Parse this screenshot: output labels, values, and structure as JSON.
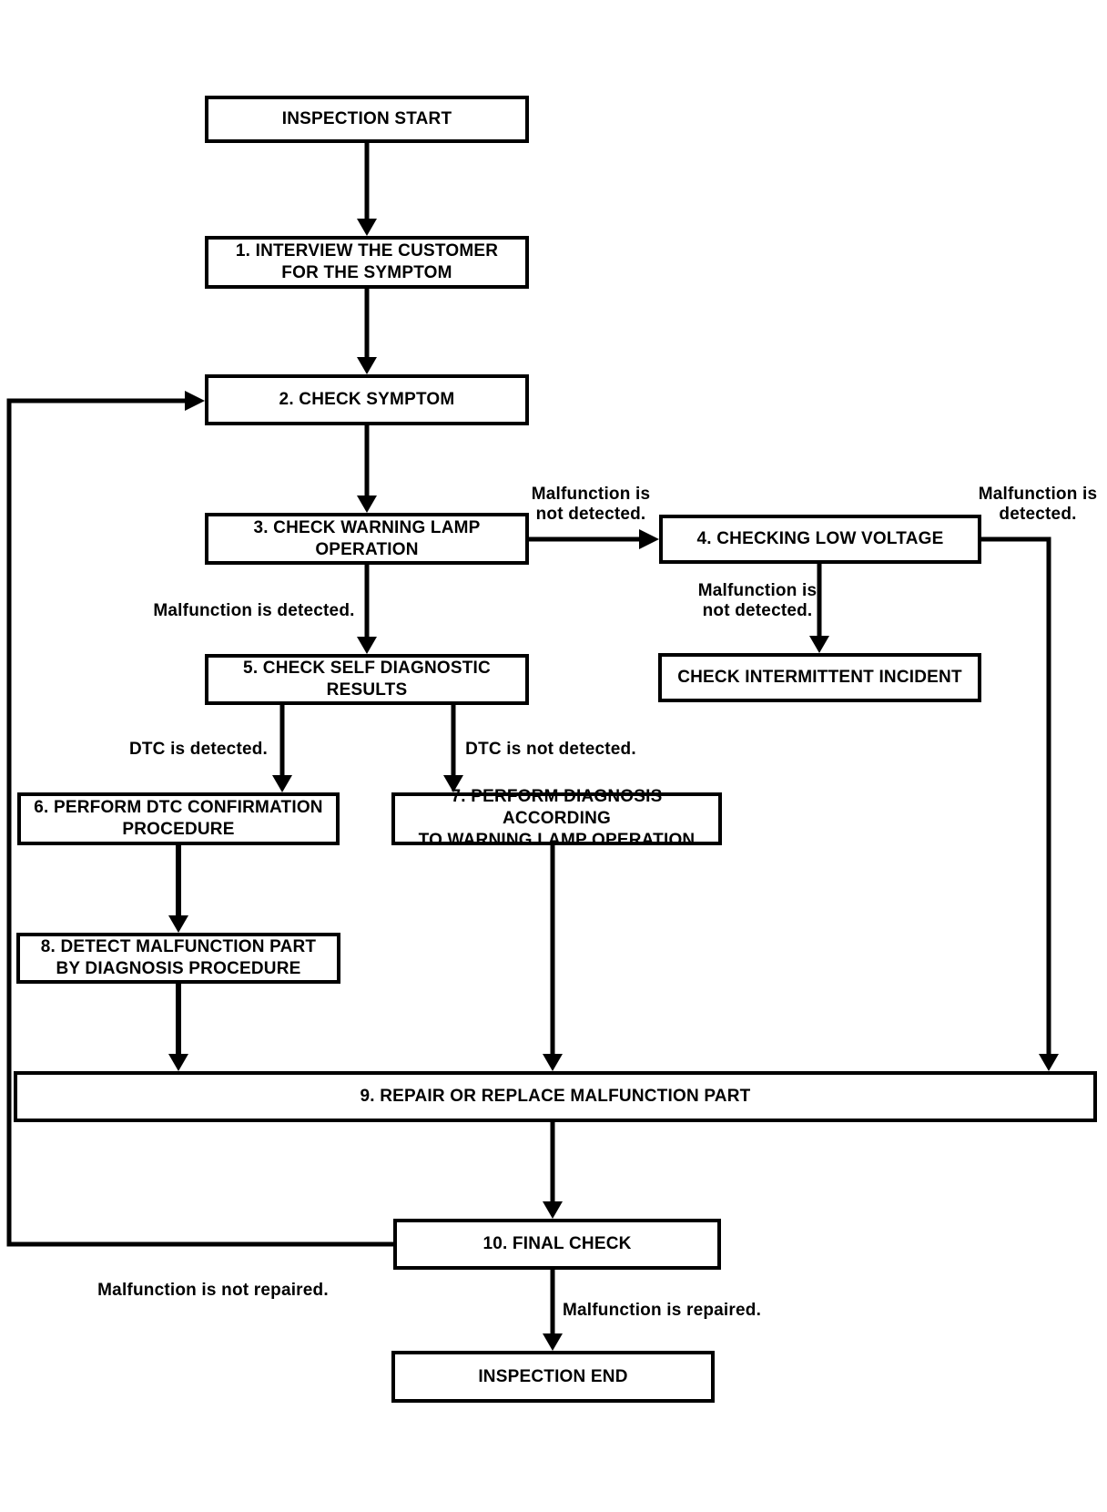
{
  "diagram": {
    "type": "flowchart",
    "nodes": {
      "start": "INSPECTION START",
      "step1": "1. INTERVIEW THE CUSTOMER\nFOR THE SYMPTOM",
      "step2": "2. CHECK SYMPTOM",
      "step3": "3. CHECK WARNING LAMP\nOPERATION",
      "step4": "4. CHECKING LOW VOLTAGE",
      "step5": "5. CHECK SELF DIAGNOSTIC\nRESULTS",
      "check_intermittent": "CHECK INTERMITTENT INCIDENT",
      "step6": "6. PERFORM DTC CONFIRMATION\nPROCEDURE",
      "step7": "7. PERFORM DIAGNOSIS ACCORDING\nTO WARNING LAMP OPERATION",
      "step8": "8. DETECT MALFUNCTION PART\nBY DIAGNOSIS PROCEDURE",
      "step9": "9. REPAIR OR REPLACE MALFUNCTION PART",
      "step10": "10. FINAL CHECK",
      "end": "INSPECTION END"
    },
    "edge_labels": {
      "lamp_malfunction_not_detected": "Malfunction is\nnot detected.",
      "lamp_malfunction_detected": "Malfunction is detected.",
      "voltage_malfunction_detected": "Malfunction is\ndetected.",
      "voltage_malfunction_not_detected": "Malfunction is\nnot detected.",
      "dtc_detected": "DTC is detected.",
      "dtc_not_detected": "DTC is not detected.",
      "malfunction_not_repaired": "Malfunction is not repaired.",
      "malfunction_repaired": "Malfunction is repaired."
    },
    "colors": {
      "line": "#000000",
      "box_fill": "#ffffff",
      "background": "#ffffff",
      "text": "#000000"
    }
  }
}
